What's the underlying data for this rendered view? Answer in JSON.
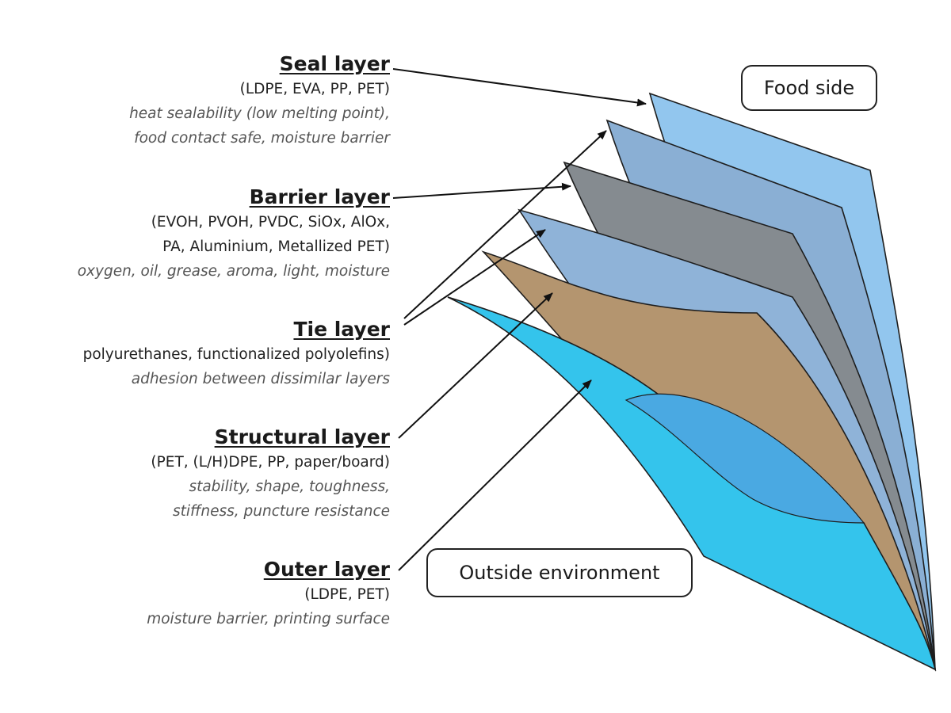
{
  "layers": [
    {
      "id": "seal",
      "title": "Seal layer",
      "materials": [
        "(LDPE, EVA, PP, PET)"
      ],
      "properties": [
        "heat sealability (low melting point),",
        "food contact safe, moisture barrier"
      ]
    },
    {
      "id": "barrier",
      "title": "Barrier layer",
      "materials": [
        "(EVOH, PVOH, PVDC, SiOx, AlOx,",
        "PA, Aluminium, Metallized PET)"
      ],
      "properties": [
        "oxygen, oil, grease, aroma, light, moisture"
      ]
    },
    {
      "id": "tie",
      "title": "Tie layer",
      "materials": [
        "polyurethanes, functionalized polyolefins)"
      ],
      "properties": [
        "adhesion between dissimilar layers"
      ]
    },
    {
      "id": "structural",
      "title": "Structural layer",
      "materials": [
        "(PET, (L/H)DPE, PP, paper/board)"
      ],
      "properties": [
        "stability, shape, toughness,",
        "stiffness, puncture resistance"
      ]
    },
    {
      "id": "outer",
      "title": "Outer layer",
      "materials": [
        "(LDPE, PET)"
      ],
      "properties": [
        "moisture barrier, printing surface"
      ]
    }
  ],
  "labels": {
    "food_side": "Food side",
    "outside": "Outside environment"
  },
  "colors": {
    "sheet_seal": "#92c6ee",
    "sheet_tie_upper": "#8aafd4",
    "sheet_barrier": "#858b90",
    "sheet_tie_lower": "#8fb3d8",
    "sheet_structural": "#b4956f",
    "sheet_outer_inner": "#4aa9e2",
    "sheet_outer": "#34c4ec",
    "outline": "#1e1e1e"
  }
}
